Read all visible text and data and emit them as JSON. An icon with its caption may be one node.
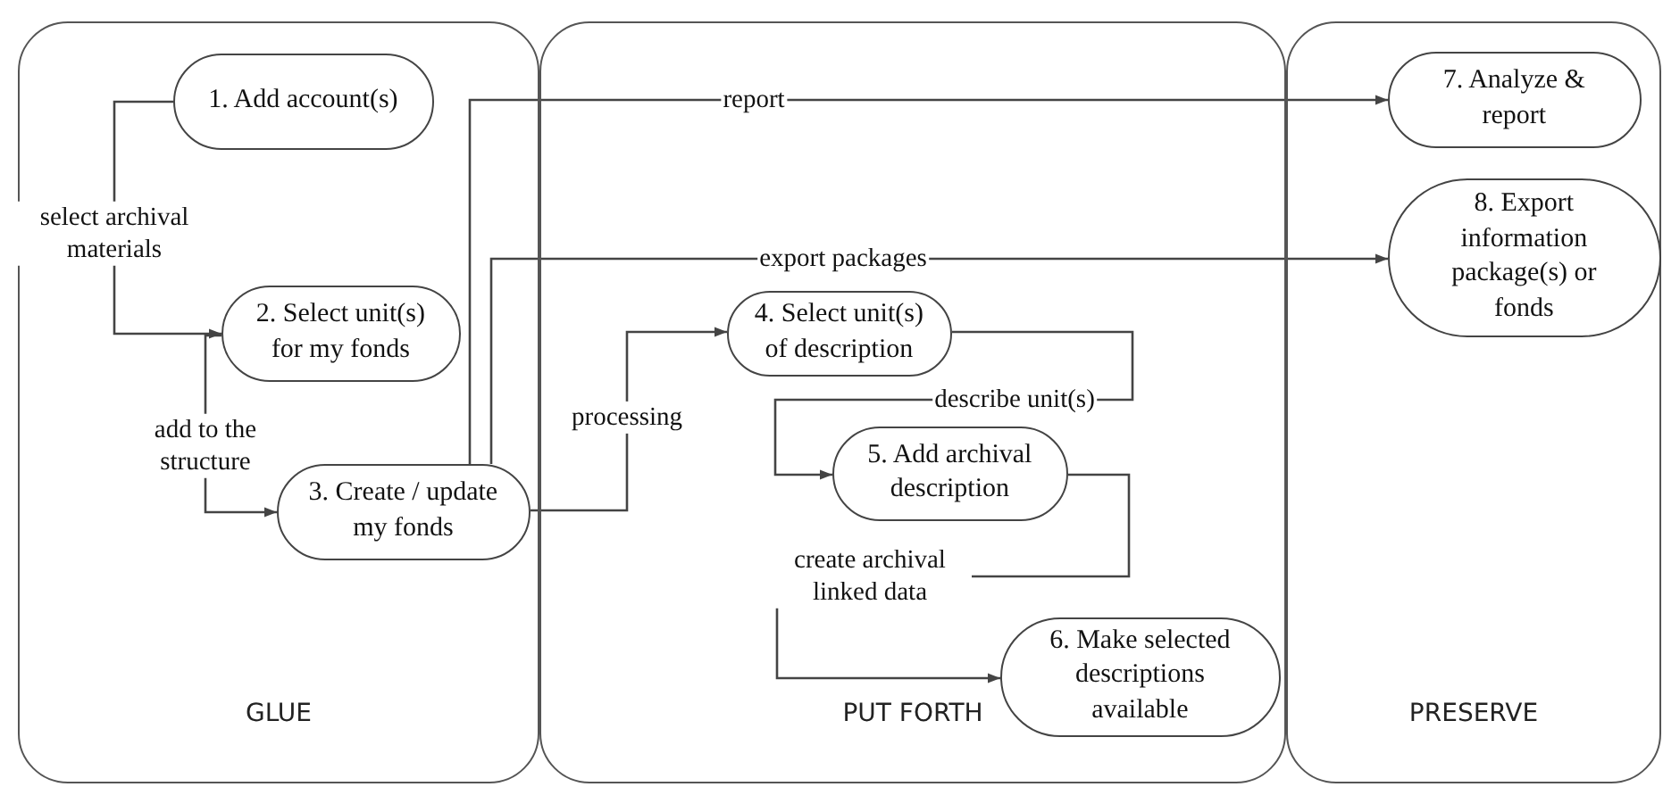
{
  "diagram": {
    "nodes": [
      {
        "text": [
          "GLUE"
        ]
      },
      {
        "text": [
          "PUT FORTH"
        ]
      },
      {
        "text": [
          "PRESERVE"
        ]
      },
      {
        "text": [
          "1. Add account(s)"
        ],
        "in": 0
      },
      {
        "text": [
          "2. Select unit(s) for my fonds"
        ],
        "in": 0
      },
      {
        "text": [
          "3. Create / update my fonds"
        ],
        "in": 0
      },
      {
        "text": [
          "4. Select unit(s) of description"
        ],
        "in": 1
      },
      {
        "text": [
          "5. Add archival description"
        ],
        "in": 1
      },
      {
        "text": [
          "6. Make selected descriptions available"
        ],
        "in": 1
      },
      {
        "text": [
          "7. Analyze & report"
        ],
        "in": 2
      },
      {
        "text": [
          "8. Export information package(s) or fonds"
        ],
        "in": 2
      }
    ],
    "edges": [
      {
        "from": 3,
        "to": 4,
        "arrow": "to",
        "label": "select archival materials"
      },
      {
        "from": 4,
        "to": 5,
        "arrow": "to",
        "label": "add to the structure"
      },
      {
        "from": 5,
        "to": 9,
        "arrow": "to",
        "label": "report"
      },
      {
        "from": 5,
        "to": 10,
        "arrow": "to",
        "label": "export packages"
      },
      {
        "from": 5,
        "to": 6,
        "arrow": "to",
        "label": "processing"
      },
      {
        "from": 6,
        "to": 7,
        "arrow": "to",
        "label": "describe unit(s)"
      },
      {
        "from": 7,
        "to": 8,
        "arrow": "to",
        "label": "create archival linked data"
      }
    ]
  }
}
